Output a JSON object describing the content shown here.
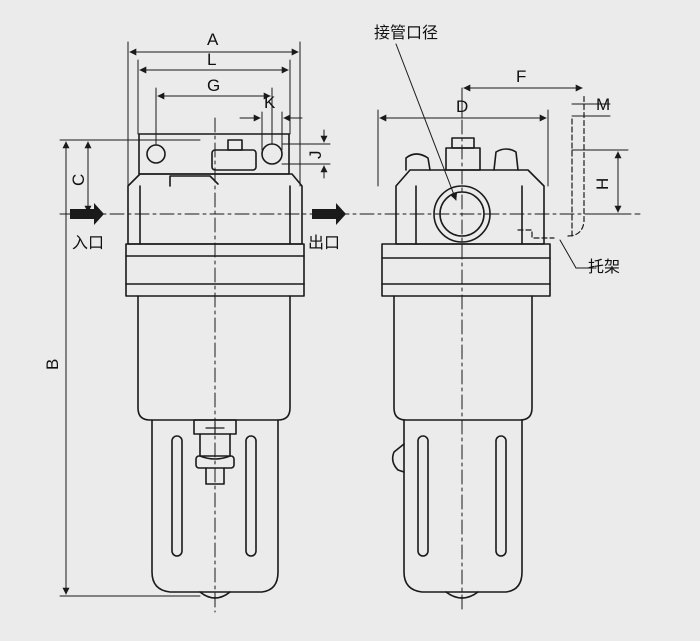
{
  "colors": {
    "background": "#ebebeb",
    "line": "#1a1a1a"
  },
  "labels": {
    "A": "A",
    "L": "L",
    "G": "G",
    "K": "K",
    "J": "J",
    "C": "C",
    "B": "B",
    "D": "D",
    "F": "F",
    "M": "M",
    "H": "H"
  },
  "callouts": {
    "port_size": "接管口径",
    "inlet": "入口",
    "outlet": "出口",
    "bracket": "托架"
  }
}
